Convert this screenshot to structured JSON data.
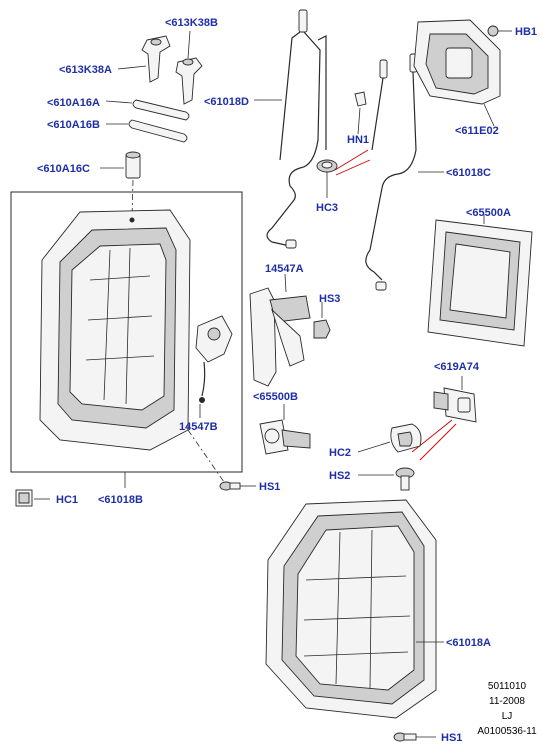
{
  "callouts": {
    "c613K38B": "<613K38B",
    "c613K38A": "<613K38A",
    "c610A16A": "<610A16A",
    "c610A16B": "<610A16B",
    "c610A16C": "<610A16C",
    "c61018D": "<61018D",
    "cHN1": "HN1",
    "cHC3": "HC3",
    "cHB1": "HB1",
    "c611E02": "<611E02",
    "c61018C": "<61018C",
    "c65500A": "<65500A",
    "c14547A": "14547A",
    "cHS3": "HS3",
    "c14547B": "14547B",
    "c65500B": "<65500B",
    "c619A74": "<619A74",
    "cHC2": "HC2",
    "cHS2": "HS2",
    "cHC1": "HC1",
    "c61018B": "<61018B",
    "cHS1a": "HS1",
    "c61018A": "<61018A",
    "cHS1b": "HS1"
  },
  "footer": {
    "line1": "5011010",
    "line2": "11-2008",
    "line3": "LJ",
    "line4": "A0100536-11"
  },
  "colors": {
    "label": "#1f2fa8",
    "leader_red": "#d40000",
    "line": "#2a2a2a"
  }
}
